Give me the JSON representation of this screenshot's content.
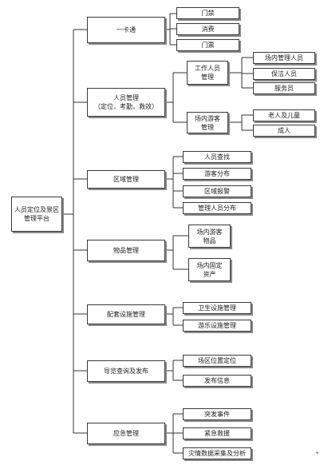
{
  "root": "人员定位及景区\n管理平台",
  "categories": [
    {
      "label": "一卡通",
      "children": [
        {
          "label": "门禁"
        },
        {
          "label": "消费"
        },
        {
          "label": "门票"
        }
      ]
    },
    {
      "label": "人员管理\n（定位，考勤，救效）",
      "children": [
        {
          "label": "工作人员\n管理",
          "children": [
            {
              "label": "场内管理人员"
            },
            {
              "label": "保洁人员"
            },
            {
              "label": "服务员"
            }
          ]
        },
        {
          "label": "场内游客\n管理",
          "children": [
            {
              "label": "老人及儿童"
            },
            {
              "label": "成人"
            }
          ]
        }
      ]
    },
    {
      "label": "区域管理",
      "children": [
        {
          "label": "人员查找"
        },
        {
          "label": "游客分布"
        },
        {
          "label": "区域报警"
        },
        {
          "label": "管理人员分布"
        }
      ]
    },
    {
      "label": "物品管理",
      "children": [
        {
          "label": "场内游客\n物品"
        },
        {
          "label": "场内固定\n资产"
        }
      ]
    },
    {
      "label": "配套设施管理",
      "children": [
        {
          "label": "卫生设施管理"
        },
        {
          "label": "游乐设施管理"
        }
      ]
    },
    {
      "label": "导览查询及发布",
      "children": [
        {
          "label": "场区位置定位"
        },
        {
          "label": "发布信息"
        }
      ]
    },
    {
      "label": "应急管理",
      "children": [
        {
          "label": "突发事件"
        },
        {
          "label": "紧急救援"
        },
        {
          "label": "灾情数据采集及分析"
        }
      ]
    }
  ],
  "footnote": "+"
}
